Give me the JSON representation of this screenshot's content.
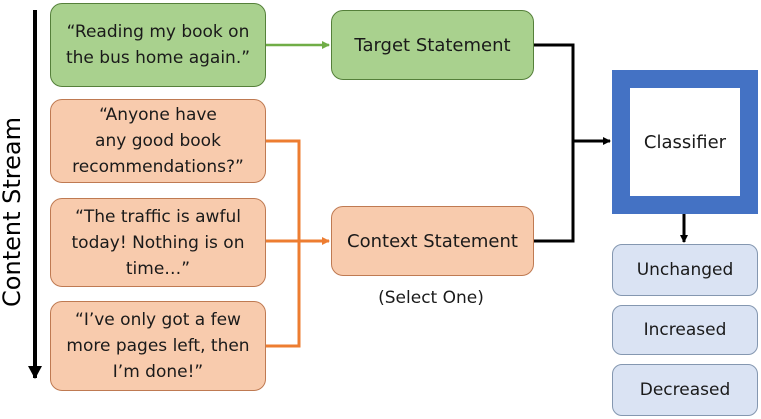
{
  "stream_label": "Content Stream",
  "target_source": {
    "line1": "“Reading my book on",
    "line2": "the bus home again.”"
  },
  "context_sources": [
    {
      "line1": "“Anyone have",
      "line2": "any good book",
      "line3": "recommendations?”"
    },
    {
      "line1": "“The traffic is awful",
      "line2": "today! Nothing is on",
      "line3": "time…”"
    },
    {
      "line1": "“I’ve only got a few",
      "line2": "more pages left, then",
      "line3": "I’m done!”"
    }
  ],
  "target_statement": "Target Statement",
  "context_statement": "Context Statement",
  "select_note": "(Select One)",
  "classifier": "Classifier",
  "outputs": [
    "Unchanged",
    "Increased",
    "Decreased"
  ],
  "colors": {
    "green_fill": "#a9d18e",
    "orange_fill": "#f8cbad",
    "classifier_border": "#4472c4",
    "output_fill": "#dae3f3",
    "green_arrow": "#70ad47",
    "orange_arrow": "#ed7d31",
    "black_arrow": "#000000"
  }
}
